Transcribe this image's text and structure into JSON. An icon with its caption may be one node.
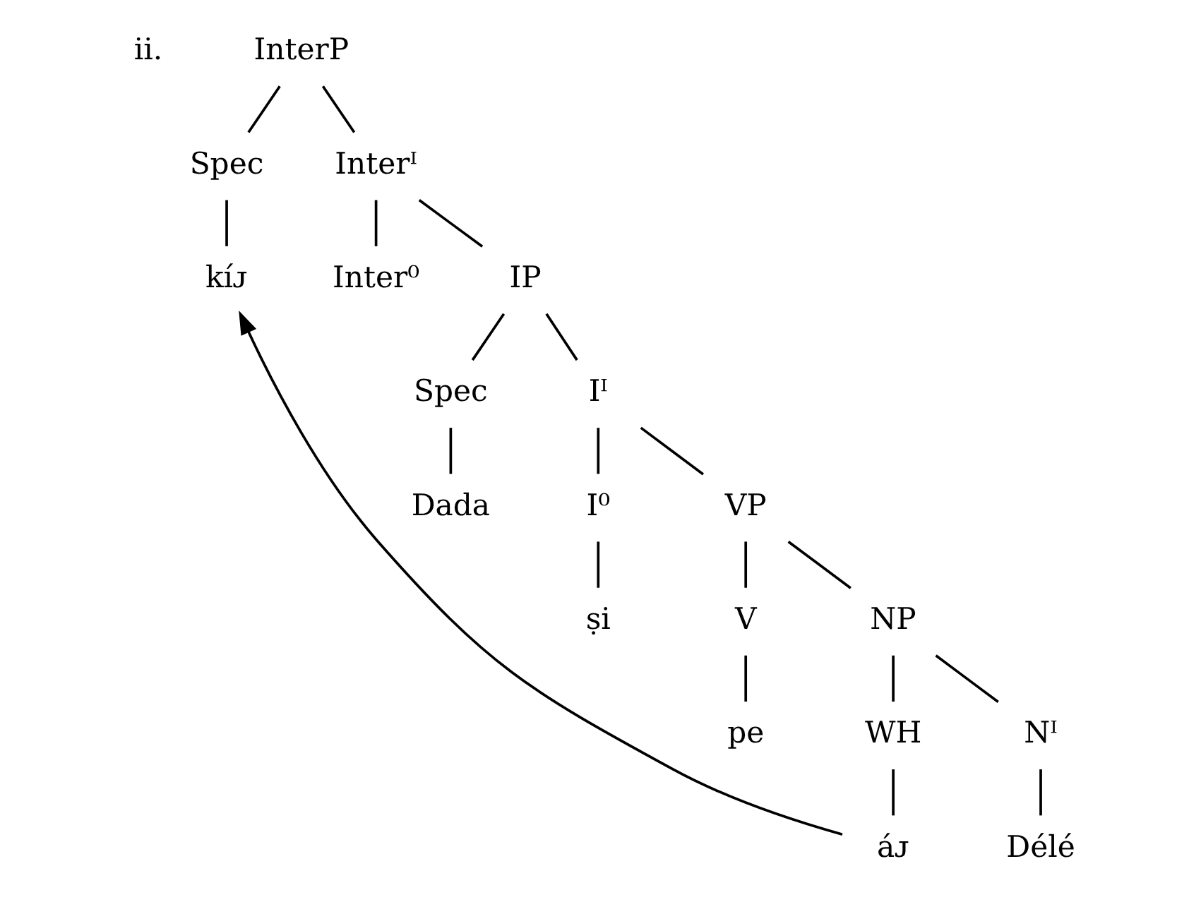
{
  "diagram": {
    "nodes": [
      {
        "text": [
          "InterP"
        ]
      },
      {
        "text": [
          "Spec"
        ]
      },
      {
        "text": [
          "Interᴵ"
        ]
      },
      {
        "text": [
          "kíᴊ"
        ]
      },
      {
        "text": [
          "Inter⁰"
        ]
      },
      {
        "text": [
          "IP"
        ]
      },
      {
        "text": [
          "Spec"
        ]
      },
      {
        "text": [
          "Iᴵ"
        ]
      },
      {
        "text": [
          "Dada"
        ]
      },
      {
        "text": [
          "I⁰"
        ]
      },
      {
        "text": [
          "VP"
        ]
      },
      {
        "text": [
          "ṣi"
        ]
      },
      {
        "text": [
          "V"
        ]
      },
      {
        "text": [
          "NP"
        ]
      },
      {
        "text": [
          "pe"
        ]
      },
      {
        "text": [
          "Nᴵ"
        ]
      },
      {
        "text": [
          "WH"
        ]
      },
      {
        "text": [
          "Délé"
        ]
      },
      {
        "text": [
          "áᴊ"
        ]
      }
    ],
    "edges": [
      {
        "from": 0,
        "to": 1,
        "arrow": "none"
      },
      {
        "from": 0,
        "to": 2,
        "arrow": "none"
      },
      {
        "from": 1,
        "to": 3,
        "arrow": "none"
      },
      {
        "from": 2,
        "to": 4,
        "arrow": "none"
      },
      {
        "from": 2,
        "to": 5,
        "arrow": "none"
      },
      {
        "from": 5,
        "to": 6,
        "arrow": "none"
      },
      {
        "from": 5,
        "to": 7,
        "arrow": "none"
      },
      {
        "from": 6,
        "to": 8,
        "arrow": "none"
      },
      {
        "from": 7,
        "to": 9,
        "arrow": "none"
      },
      {
        "from": 7,
        "to": 10,
        "arrow": "none"
      },
      {
        "from": 9,
        "to": 11,
        "arrow": "none"
      },
      {
        "from": 10,
        "to": 12,
        "arrow": "none"
      },
      {
        "from": 10,
        "to": 13,
        "arrow": "none"
      },
      {
        "from": 12,
        "to": 14,
        "arrow": "none"
      },
      {
        "from": 13,
        "to": 15,
        "arrow": "none"
      },
      {
        "from": 13,
        "to": 16,
        "arrow": "none"
      },
      {
        "from": 15,
        "to": 17,
        "arrow": "none"
      },
      {
        "from": 16,
        "to": 18,
        "arrow": "none"
      },
      {
        "from": 18,
        "to": 3,
        "arrow": "to"
      }
    ],
    "labels": [
      "ii."
    ]
  }
}
